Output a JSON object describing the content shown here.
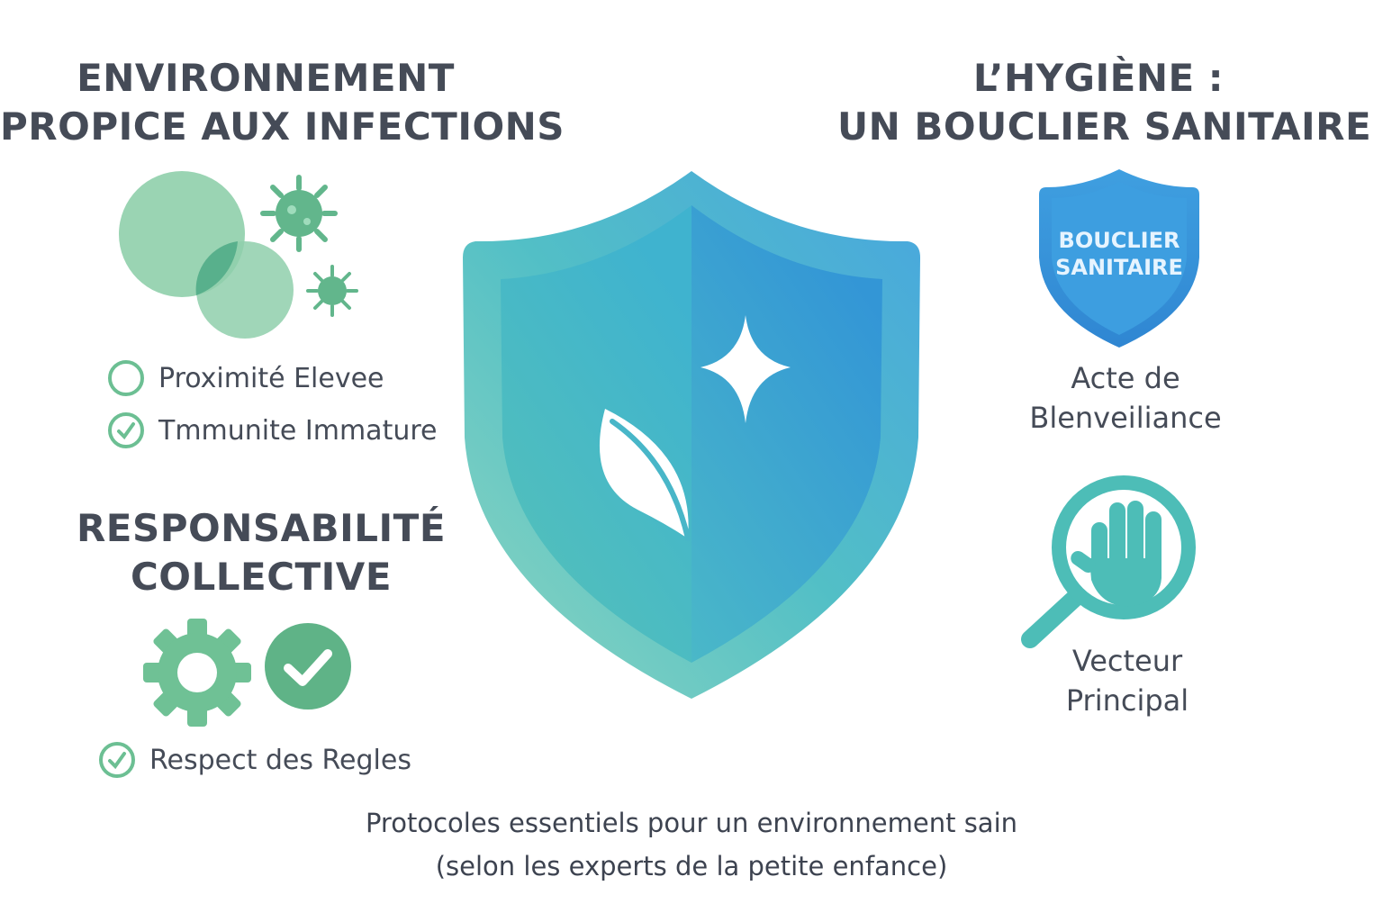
{
  "left": {
    "infection": {
      "heading_line1": "ENVIRONNEMENT",
      "heading_line2": "PROPICE AUX INFECTIONS",
      "items": [
        "Proximité Elevee",
        "Tmmunite Immature"
      ]
    },
    "responsibility": {
      "heading_line1": "RESPONSABILITÉ",
      "heading_line2": "COLLECTIVE",
      "items": [
        "Respect des Regles"
      ]
    }
  },
  "right": {
    "heading_line1": "L’HYGIÈNE :",
    "heading_line2": "UN BOUCLIER SANITAIRE",
    "badge": {
      "line1": "BOUCLIER",
      "line2": "SANITAIRE"
    },
    "caption1_line1": "Acte de",
    "caption1_line2": "Blenveiliance",
    "caption2_line1": "Vecteur",
    "caption2_line2": "Principal"
  },
  "footer": {
    "line1": "Protocoles essentiels pour un environnement sain",
    "line2": "(selon les experts de la petite enfance)"
  },
  "icons": {
    "center": "shield-leaf-sparkle-icon",
    "bubbles": "overlapping-circles-icon",
    "virus": "virus-icon",
    "gear": "gear-icon",
    "check_badge": "check-circle-icon",
    "hand_search": "hand-magnifier-icon"
  },
  "colors": {
    "green": "#6cbf93",
    "green_light": "#8fd0ac",
    "teal": "#48b9b3",
    "blue": "#3a97d6",
    "text": "#454b57"
  }
}
